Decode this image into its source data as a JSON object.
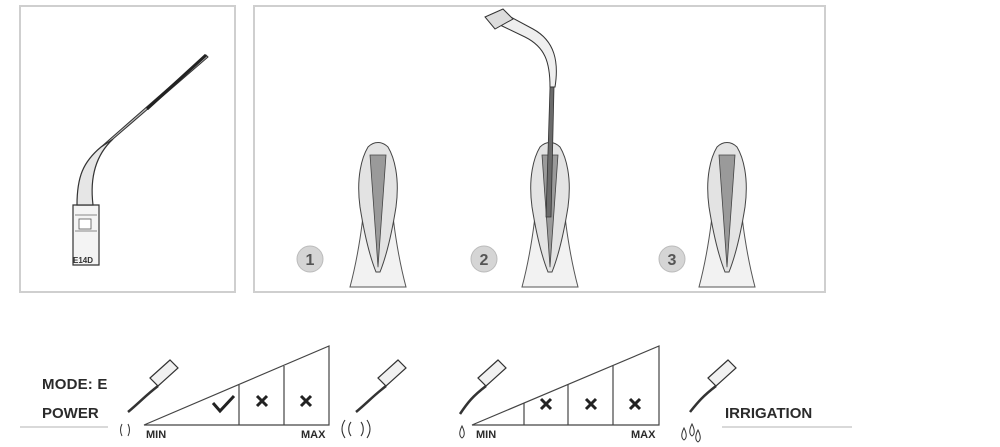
{
  "tip": {
    "code": "E14D"
  },
  "steps": [
    "1",
    "2",
    "3"
  ],
  "mode": {
    "label": "MODE: E"
  },
  "power": {
    "label": "POWER",
    "min_label": "MIN",
    "max_label": "MAX",
    "levels": [
      "check",
      "cross",
      "cross"
    ]
  },
  "irrigation": {
    "label": "IRRIGATION",
    "min_label": "MIN",
    "max_label": "MAX",
    "levels": [
      "cross",
      "cross",
      "cross"
    ]
  },
  "colors": {
    "panel_border": "#cfcfcf",
    "tooth_fill": "#e9e9e9",
    "badge": "#d5d5d5",
    "ink": "#2b2b2b"
  }
}
